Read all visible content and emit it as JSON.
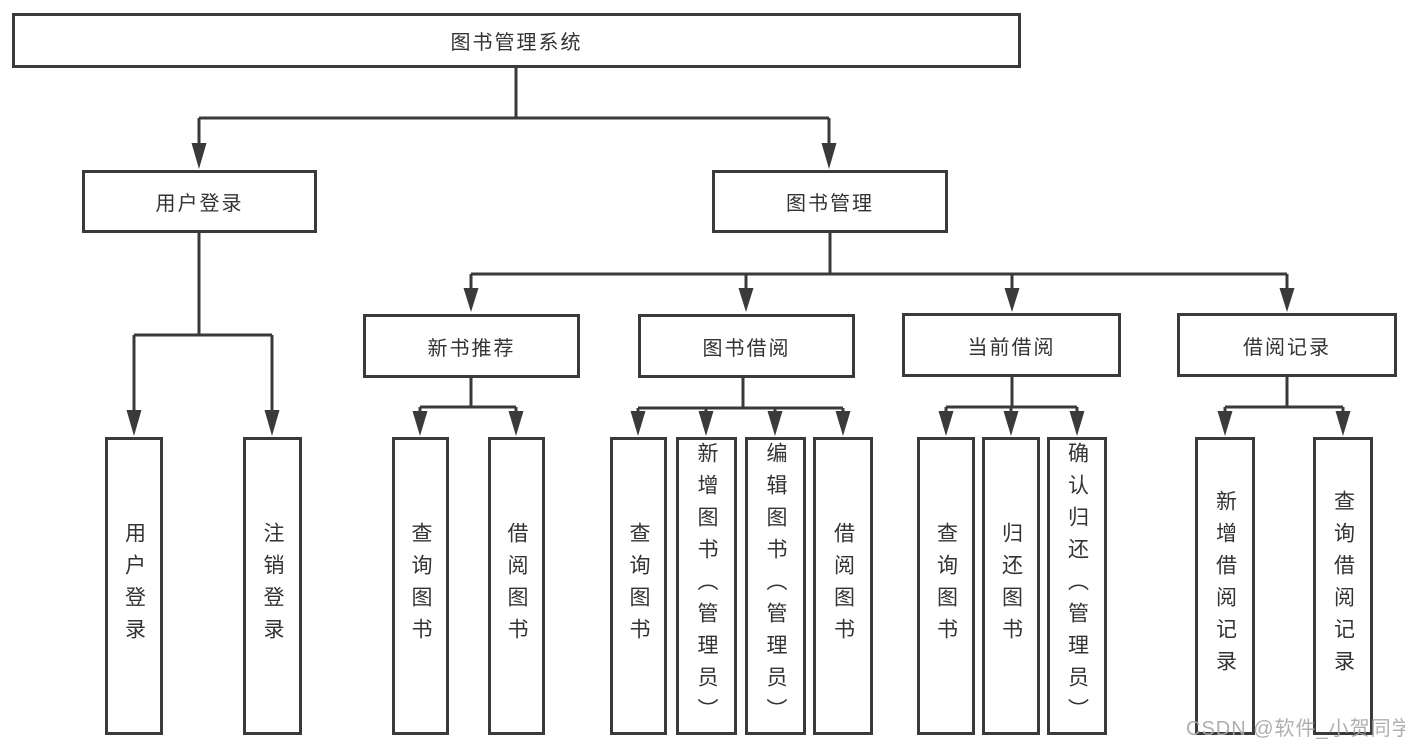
{
  "diagram": {
    "root": {
      "label": "图书管理系统"
    },
    "branches": [
      {
        "label": "用户登录",
        "children": [
          {
            "label": "用户登录"
          },
          {
            "label": "注销登录"
          }
        ]
      },
      {
        "label": "图书管理",
        "children": [
          {
            "label": "新书推荐",
            "children": [
              {
                "label": "查询图书"
              },
              {
                "label": "借阅图书"
              }
            ]
          },
          {
            "label": "图书借阅",
            "children": [
              {
                "label": "查询图书"
              },
              {
                "label": "新增图书（管理员）"
              },
              {
                "label": "编辑图书（管理员）"
              },
              {
                "label": "借阅图书"
              }
            ]
          },
          {
            "label": "当前借阅",
            "children": [
              {
                "label": "查询图书"
              },
              {
                "label": "归还图书"
              },
              {
                "label": "确认归还（管理员）"
              }
            ]
          },
          {
            "label": "借阅记录",
            "children": [
              {
                "label": "新增借阅记录"
              },
              {
                "label": "查询借阅记录"
              }
            ]
          }
        ]
      }
    ]
  },
  "watermark": {
    "text": "CSDN @软件_小贺同学"
  },
  "colors": {
    "line": "#3a3a3a",
    "box_border": "#3a3a3a",
    "box_fill": "#ffffff",
    "text": "#333333",
    "watermark": "#a8a8a8"
  }
}
